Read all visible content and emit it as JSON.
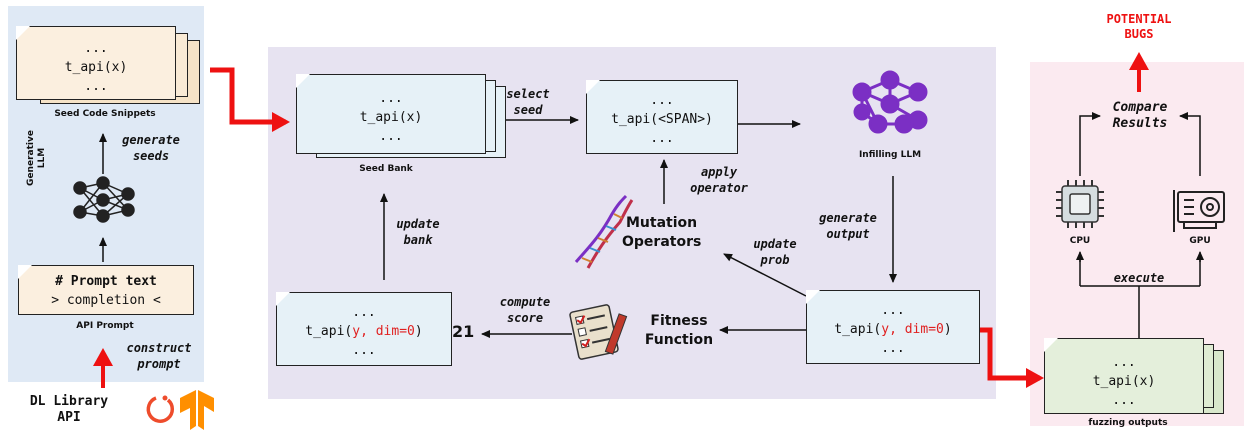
{
  "left": {
    "seed_snippets_code": [
      "...",
      "t_api(x)",
      "..."
    ],
    "seed_snippets_caption": "Seed Code Snippets",
    "generate_seeds": [
      "generate",
      "seeds"
    ],
    "generative_llm": [
      "Generative",
      "LLM"
    ],
    "prompt_line1": "# Prompt text",
    "prompt_line2": "> completion <",
    "api_prompt_caption": "API Prompt",
    "construct_prompt": [
      "construct",
      "prompt"
    ],
    "dl_library": [
      "DL Library",
      "API"
    ]
  },
  "center": {
    "seed_bank_code": [
      "...",
      "t_api(x)",
      "..."
    ],
    "seed_bank_caption": "Seed Bank",
    "select_seed": [
      "select",
      "seed"
    ],
    "span_code": [
      "...",
      "t_api(<SPAN>)",
      "..."
    ],
    "infilling_llm": "Infilling LLM",
    "apply_operator": [
      "apply",
      "operator"
    ],
    "mutation_operators": [
      "Mutation",
      "Operators"
    ],
    "update_bank": [
      "update",
      "bank"
    ],
    "generate_output": [
      "generate",
      "output"
    ],
    "update_prob": [
      "update",
      "prob"
    ],
    "output_code": {
      "l1": "...",
      "prefix": "t_api(",
      "arg1": "y, dim=0",
      "suffix": ")",
      "l3": "..."
    },
    "compute_score": [
      "compute",
      "score"
    ],
    "fitness_function": [
      "Fitness",
      "Function"
    ],
    "score_value": "21",
    "scored_code": {
      "l1": "...",
      "prefix": "t_api(",
      "arg1": "y, dim=0",
      "suffix": ")",
      "l3": "..."
    }
  },
  "right": {
    "potential_bugs": [
      "POTENTIAL",
      "BUGS"
    ],
    "compare_results": [
      "Compare",
      "Results"
    ],
    "cpu_label": "CPU",
    "gpu_label": "GPU",
    "execute_label": "execute",
    "fuzzing_code": [
      "...",
      "t_api(x)",
      "..."
    ],
    "fuzzing_caption": "fuzzing outputs"
  },
  "colors": {
    "left_panel": "#dfe9f5",
    "center_panel": "#e7e3f1",
    "right_panel": "#fbeaf0",
    "code_box": "#e6f1f7",
    "seed_box": "#fbefdf",
    "fuzz_box": "#e4efdb",
    "llm_purple": "#7b2fc4",
    "red_arrow": "#ee1111",
    "highlight_red": "#e02020"
  },
  "icons": [
    "neural-network-icon",
    "pytorch-logo-icon",
    "tensorflow-logo-icon",
    "dna-icon",
    "checklist-icon",
    "cpu-chip-icon",
    "gpu-card-icon"
  ]
}
